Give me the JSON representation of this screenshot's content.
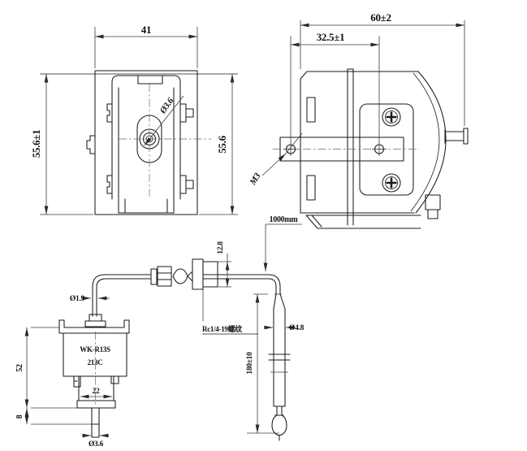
{
  "page": {
    "kind": "engineering-drawing",
    "background": "#ffffff",
    "line_color": "#1a1a1a"
  },
  "front_view": {
    "dim_width": "41",
    "dim_height_left": "55.6±1",
    "dim_height_right": "55.6",
    "label_hole": "Ø3.6"
  },
  "side_view": {
    "dim_depth": "60±2",
    "dim_hole_spacing": "32.5±1",
    "label_thread": "M3",
    "label_capillary_length": "1000mm"
  },
  "capillary": {
    "dim_tube_dia": "Ø1.9",
    "fitting_dim_height": "12.8",
    "fitting_label_thread": "Rc1/4-19螺纹"
  },
  "sensor_unit": {
    "label_model": "WK-R13S",
    "label_temp_code": "213C",
    "dim_body_height": "52",
    "dim_lower_width": "22",
    "dim_stem_length": "8",
    "dim_stem_dia": "Ø3.6"
  },
  "probe": {
    "dim_dia": "Ø4.8",
    "dim_length": "180±10"
  }
}
